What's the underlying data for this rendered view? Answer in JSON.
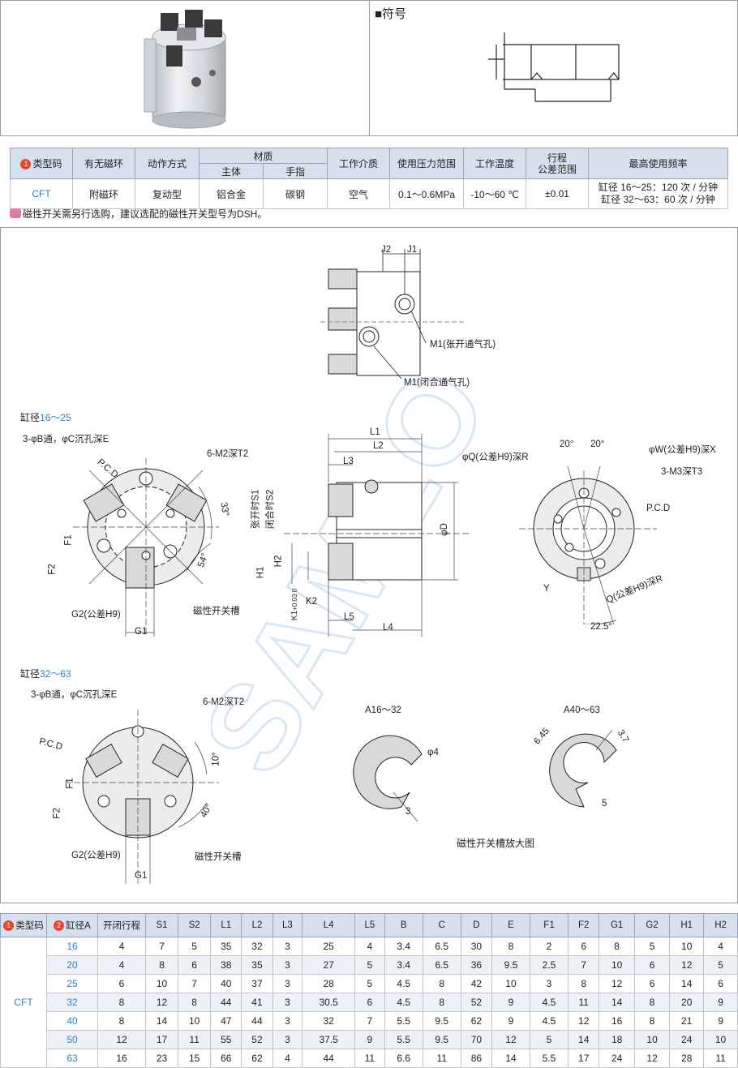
{
  "symbol_title": "■符号",
  "spec_table": {
    "headers": {
      "type_code": "类型码",
      "magnet": "有无磁环",
      "action": "动作方式",
      "material": "材质",
      "body": "主体",
      "finger": "手指",
      "medium": "工作介质",
      "pressure": "使用压力范围",
      "temp": "工作温度",
      "stroke_tol": "行程\n公差范围",
      "freq": "最高使用频率"
    },
    "row": {
      "type_code": "CFT",
      "magnet": "附磁环",
      "action": "复动型",
      "body": "铝合金",
      "finger": "碳钢",
      "medium": "空气",
      "pressure": "0.1～0.6MPa",
      "temp": "-10～60 ℃",
      "stroke_tol": "±0.01",
      "freq_1": "缸径 16～25：120 次 / 分钟",
      "freq_2": "缸径 32～63：60 次 / 分钟"
    },
    "badge_1": "1",
    "note": "磁性开关需另行选购，建议选配的磁性开关型号为DSH。"
  },
  "drawing": {
    "top_view": {
      "j2": "J2",
      "j1": "J1",
      "m1_open": "M1(张开通气孔)",
      "m1_close": "M1(闭合通气孔)"
    },
    "bore_16_25_prefix": "缸径",
    "bore_16_25": "16～25",
    "bore_32_63_prefix": "缸径",
    "bore_32_63": "32～63",
    "front_labels": {
      "hole": "3-φB通，φC沉孔深E",
      "m2": "6-M2深T2",
      "pcd": "P.C.D",
      "angle_33": "33°",
      "angle_54": "54°",
      "f1": "F1",
      "f2": "F2",
      "g2": "G2(公差H9)",
      "g1": "G1",
      "slot": "磁性开关槽"
    },
    "side_labels": {
      "l1": "L1",
      "l2": "L2",
      "l3": "L3",
      "l4": "L4",
      "l5": "L5",
      "open_s1": "张开时S1",
      "close_s2": "闭合时S2",
      "d": "φD",
      "h1": "H1",
      "h2": "H2",
      "k1": "K1",
      "k1_tol": "+0.03 0",
      "k2": "K2"
    },
    "rear_labels": {
      "q": "φQ(公差H9)深R",
      "angle_20a": "20°",
      "angle_20b": "20°",
      "w": "φW(公差H9)深X",
      "m3": "3-M3深T3",
      "pcd": "P.C.D",
      "y": "Y",
      "q2": "Q(公差H9)深R",
      "angle_225": "22.5°"
    },
    "front2_labels": {
      "hole": "3-φB通，φC沉孔深E",
      "m2": "6-M2深T2",
      "pcd": "P.C.D",
      "angle_10": "10°",
      "angle_40": "40°",
      "f1": "F1",
      "f2": "F2",
      "g2": "G2(公差H9)",
      "g1": "G1",
      "slot": "磁性开关槽"
    },
    "slot_detail": {
      "a16": "A16～32",
      "a40": "A40～63",
      "phi4": "φ4",
      "dim3": "3",
      "dim645": "6.45",
      "dim37": "3.7",
      "dim5": "5",
      "caption": "磁性开关槽放大图"
    },
    "watermark": "SAMLO"
  },
  "dim_table": {
    "headers": [
      "类型码",
      "缸径A",
      "开闭行程",
      "S1",
      "S2",
      "L1",
      "L2",
      "L3",
      "L4",
      "L5",
      "B",
      "C",
      "D",
      "E",
      "F1",
      "F2",
      "G1",
      "G2",
      "H1",
      "H2"
    ],
    "badge_1": "1",
    "badge_2": "2",
    "type_code": "CFT",
    "rows": [
      [
        "16",
        "4",
        "7",
        "5",
        "35",
        "32",
        "3",
        "25",
        "4",
        "3.4",
        "6.5",
        "30",
        "8",
        "2",
        "6",
        "8",
        "5",
        "10",
        "4"
      ],
      [
        "20",
        "4",
        "8",
        "6",
        "38",
        "35",
        "3",
        "27",
        "5",
        "3.4",
        "6.5",
        "36",
        "9.5",
        "2.5",
        "7",
        "10",
        "6",
        "12",
        "5"
      ],
      [
        "25",
        "6",
        "10",
        "7",
        "40",
        "37",
        "3",
        "28",
        "5",
        "4.5",
        "8",
        "42",
        "10",
        "3",
        "8",
        "12",
        "6",
        "14",
        "6"
      ],
      [
        "32",
        "8",
        "12",
        "8",
        "44",
        "41",
        "3",
        "30.5",
        "6",
        "4.5",
        "8",
        "52",
        "9",
        "4.5",
        "11",
        "14",
        "8",
        "20",
        "9"
      ],
      [
        "40",
        "8",
        "14",
        "10",
        "47",
        "44",
        "3",
        "32",
        "7",
        "5.5",
        "9.5",
        "62",
        "9",
        "4.5",
        "12",
        "16",
        "8",
        "21",
        "9"
      ],
      [
        "50",
        "12",
        "17",
        "11",
        "55",
        "52",
        "3",
        "37.5",
        "9",
        "5.5",
        "9.5",
        "70",
        "12",
        "5",
        "14",
        "18",
        "10",
        "24",
        "10"
      ],
      [
        "63",
        "16",
        "23",
        "15",
        "66",
        "62",
        "4",
        "44",
        "11",
        "6.6",
        "11",
        "86",
        "14",
        "5.5",
        "17",
        "24",
        "12",
        "28",
        "11"
      ]
    ]
  }
}
